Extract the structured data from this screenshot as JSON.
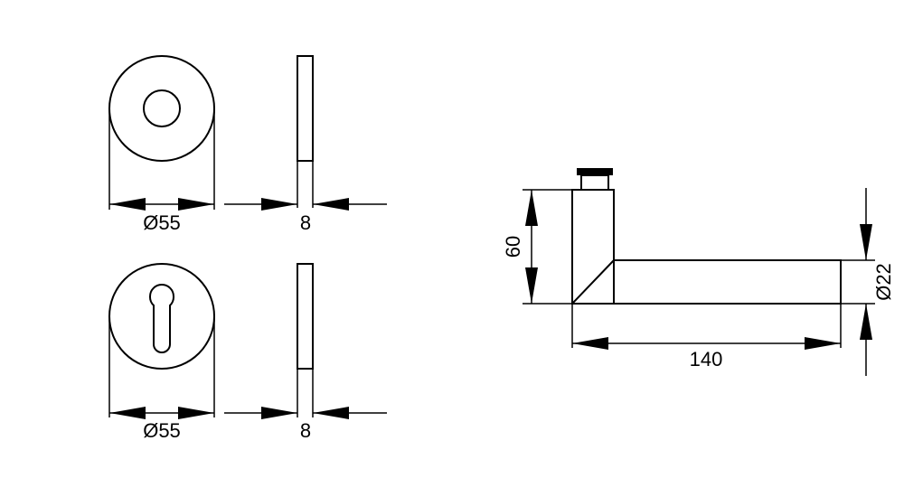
{
  "drawing": {
    "rosette_top": {
      "diameter_label": "Ø55",
      "thickness_label": "8"
    },
    "rosette_bottom": {
      "diameter_label": "Ø55",
      "thickness_label": "8"
    },
    "lever_handle": {
      "height_label": "60",
      "length_label": "140",
      "grip_diameter_label": "Ø22"
    }
  }
}
